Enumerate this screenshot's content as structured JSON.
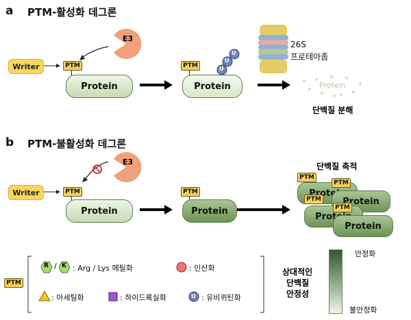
{
  "section_a": {
    "letter": "a",
    "title": "PTM-활성화 데그론"
  },
  "section_b": {
    "letter": "b",
    "title": "PTM-불활성화 데그론"
  },
  "writer_label": "Writer",
  "e3_label": "E3",
  "ptm_label": "PTM",
  "protein_label": "Protein",
  "ubiquitin_label": "U",
  "proteasome": {
    "line1": "26S",
    "line2": "프로테아좀"
  },
  "degraded_protein": "Protein",
  "protein_degradation": "단백질 분해",
  "protein_accumulation": "단백질 축적",
  "legend": {
    "ptm": "PTM",
    "r": "R",
    "k": "K",
    "slash": "/",
    "methylation": ": Arg / Lys 메틸화",
    "phosphorylation": ": 인산화",
    "acetylation": ": 아세틸화",
    "hydroxylation": ": 하이드록실화",
    "ubiquitination": ": 유비퀴틴화",
    "u": "U"
  },
  "stability": {
    "title_line1": "상대적인",
    "title_line2": "단백질",
    "title_line3": "안정성",
    "top": "안정화",
    "bottom": "불안정화"
  },
  "colors": {
    "writer": "#f9d65c",
    "ptm_tag": "#f6cf59",
    "e3": "#f0a07a",
    "ubiquitin": "#6e86b8",
    "inhibit": "#d9262a",
    "stability_dark": "#2f5a2a",
    "stability_light": "#eef4ea"
  }
}
